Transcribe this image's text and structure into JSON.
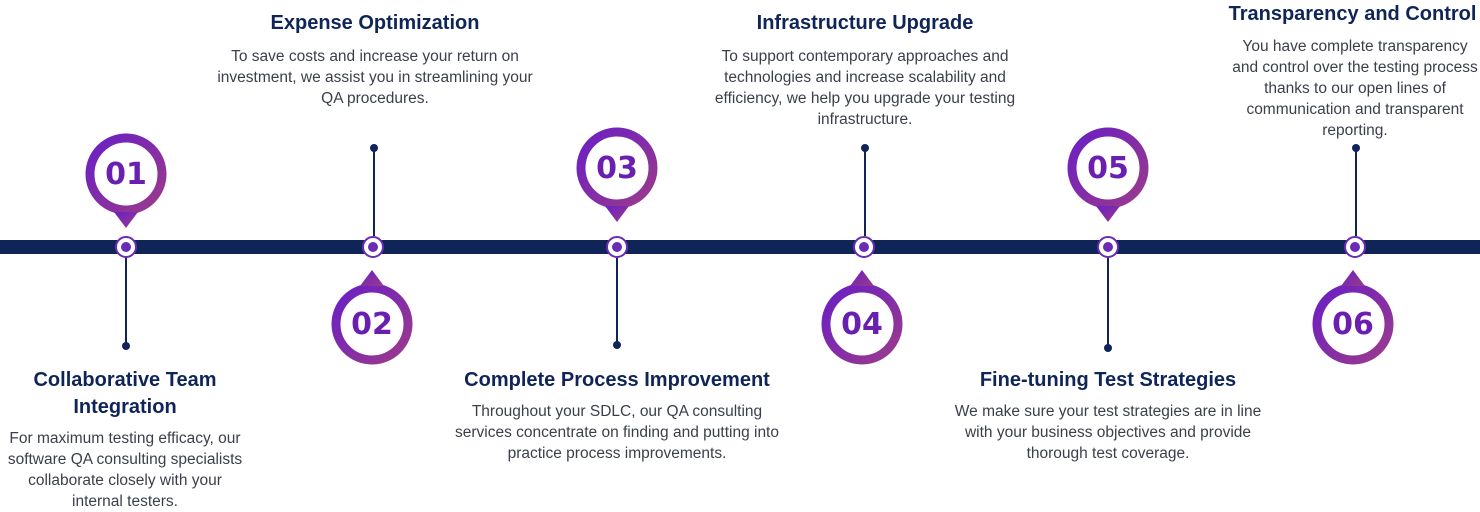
{
  "steps": [
    {
      "number": "01",
      "title": "Collaborative Team Integration",
      "description": "For maximum testing efficacy, our software QA consulting specialists collaborate closely with your internal testers."
    },
    {
      "number": "02",
      "title": "Expense Optimization",
      "description": "To save costs and increase your return on investment, we assist you in streamlining your QA procedures."
    },
    {
      "number": "03",
      "title": "Complete Process Improvement",
      "description": "Throughout your SDLC, our QA consulting services concentrate on finding and putting into practice process improvements."
    },
    {
      "number": "04",
      "title": "Infrastructure Upgrade",
      "description": "To support contemporary approaches and technologies and increase scalability and efficiency, we help you upgrade your testing infrastructure."
    },
    {
      "number": "05",
      "title": "Fine-tuning Test Strategies",
      "description": "We make sure your test strategies are in line with your business objectives and provide thorough test coverage."
    },
    {
      "number": "06",
      "title": "Transparency and Control",
      "description": "You have complete transparency and control over the testing process thanks to our open lines of communication and transparent reporting."
    }
  ],
  "colors": {
    "timeline": "#0f2557",
    "pin_gradient_start": "#6a1fc4",
    "pin_gradient_end": "#9b3a8c",
    "number": "#6a1fb0",
    "title": "#0f2557",
    "description": "#3a3f4a"
  }
}
